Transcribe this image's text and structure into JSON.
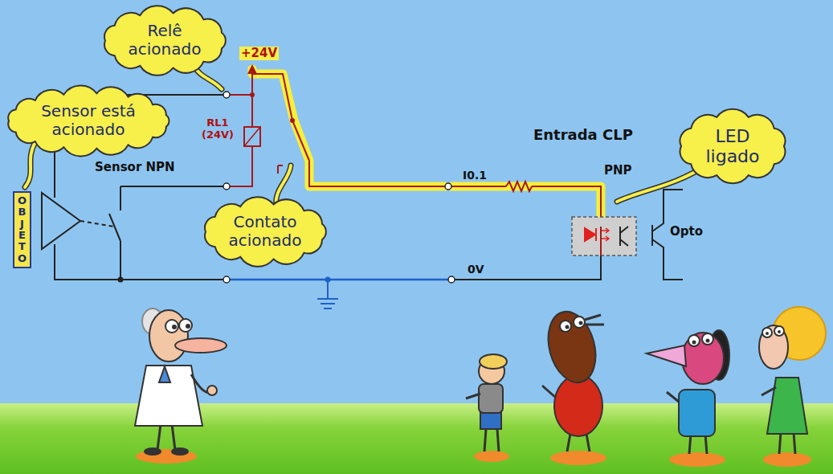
{
  "diagram": {
    "nodes": [
      {
        "text": [
          "Relê acionado"
        ]
      },
      {
        "text": [
          "Sensor está acionado"
        ]
      },
      {
        "text": [
          "OBJETO"
        ]
      },
      {
        "text": [
          "Contato acionado"
        ]
      },
      {
        "text": [
          "LED ligado"
        ]
      }
    ],
    "labels": [
      "+24V",
      "RL1 (24V)",
      "Sensor NPN",
      "Entrada CLP",
      "PNP",
      "I0.1",
      "0V",
      "Opto"
    ]
  }
}
